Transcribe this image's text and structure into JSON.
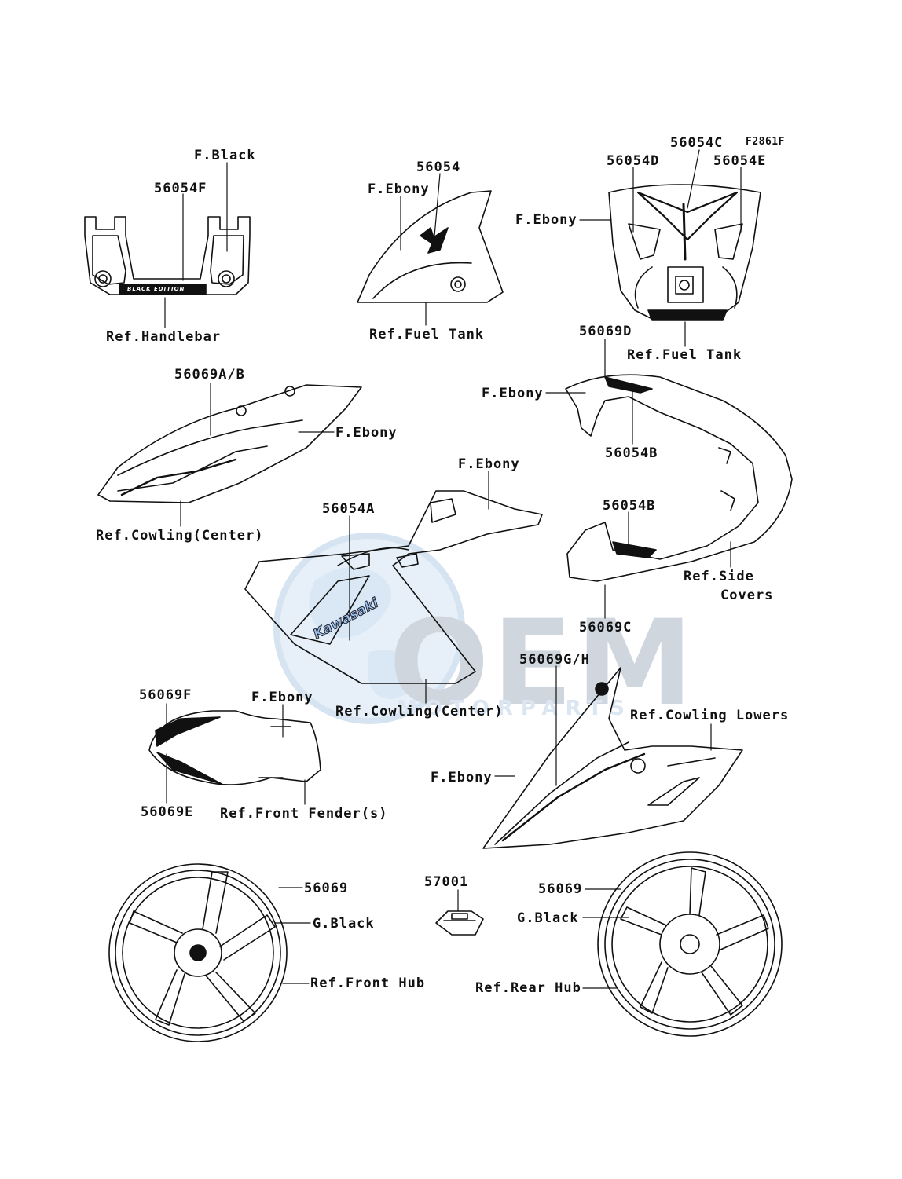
{
  "diagram_code": "F2861F",
  "watermark": {
    "logo_text": "OEM",
    "sub_text": "MOTORPARTS"
  },
  "labels": {
    "f_black_top": "F.Black",
    "p56054F": "56054F",
    "ref_handlebar": "Ref.Handlebar",
    "p56054": "56054",
    "f_ebony_tank": "F.Ebony",
    "ref_fuel_tank_1": "Ref.Fuel Tank",
    "p56054C": "56054C",
    "p56054D": "56054D",
    "p56054E": "56054E",
    "f_ebony_cowl": "F.Ebony",
    "ref_fuel_tank_2": "Ref.Fuel Tank",
    "p56069AB": "56069A/B",
    "f_ebony_center": "F.Ebony",
    "ref_cowling_center_1": "Ref.Cowling(Center)",
    "p56069D": "56069D",
    "f_ebony_side": "F.Ebony",
    "p56054B_1": "56054B",
    "f_ebony_seat": "F.Ebony",
    "p56054A": "56054A",
    "p56054B_2": "56054B",
    "ref_side_covers_1": "Ref.Side",
    "ref_side_covers_2": "Covers",
    "p56069C": "56069C",
    "ref_cowling_center_2": "Ref.Cowling(Center)",
    "p56069GH": "56069G/H",
    "p56069F": "56069F",
    "f_ebony_fender": "F.Ebony",
    "ref_cowling_lowers": "Ref.Cowling Lowers",
    "f_ebony_lower": "F.Ebony",
    "p56069E": "56069E",
    "ref_front_fender": "Ref.Front Fender(s)",
    "p56069_front": "56069",
    "g_black_front": "G.Black",
    "ref_front_hub": "Ref.Front Hub",
    "p57001": "57001",
    "p56069_rear": "56069",
    "g_black_rear": "G.Black",
    "ref_rear_hub": "Ref.Rear Hub"
  },
  "decal_text": {
    "kawasaki": "Kawasaki",
    "black_edition": "BLACK EDITION"
  }
}
